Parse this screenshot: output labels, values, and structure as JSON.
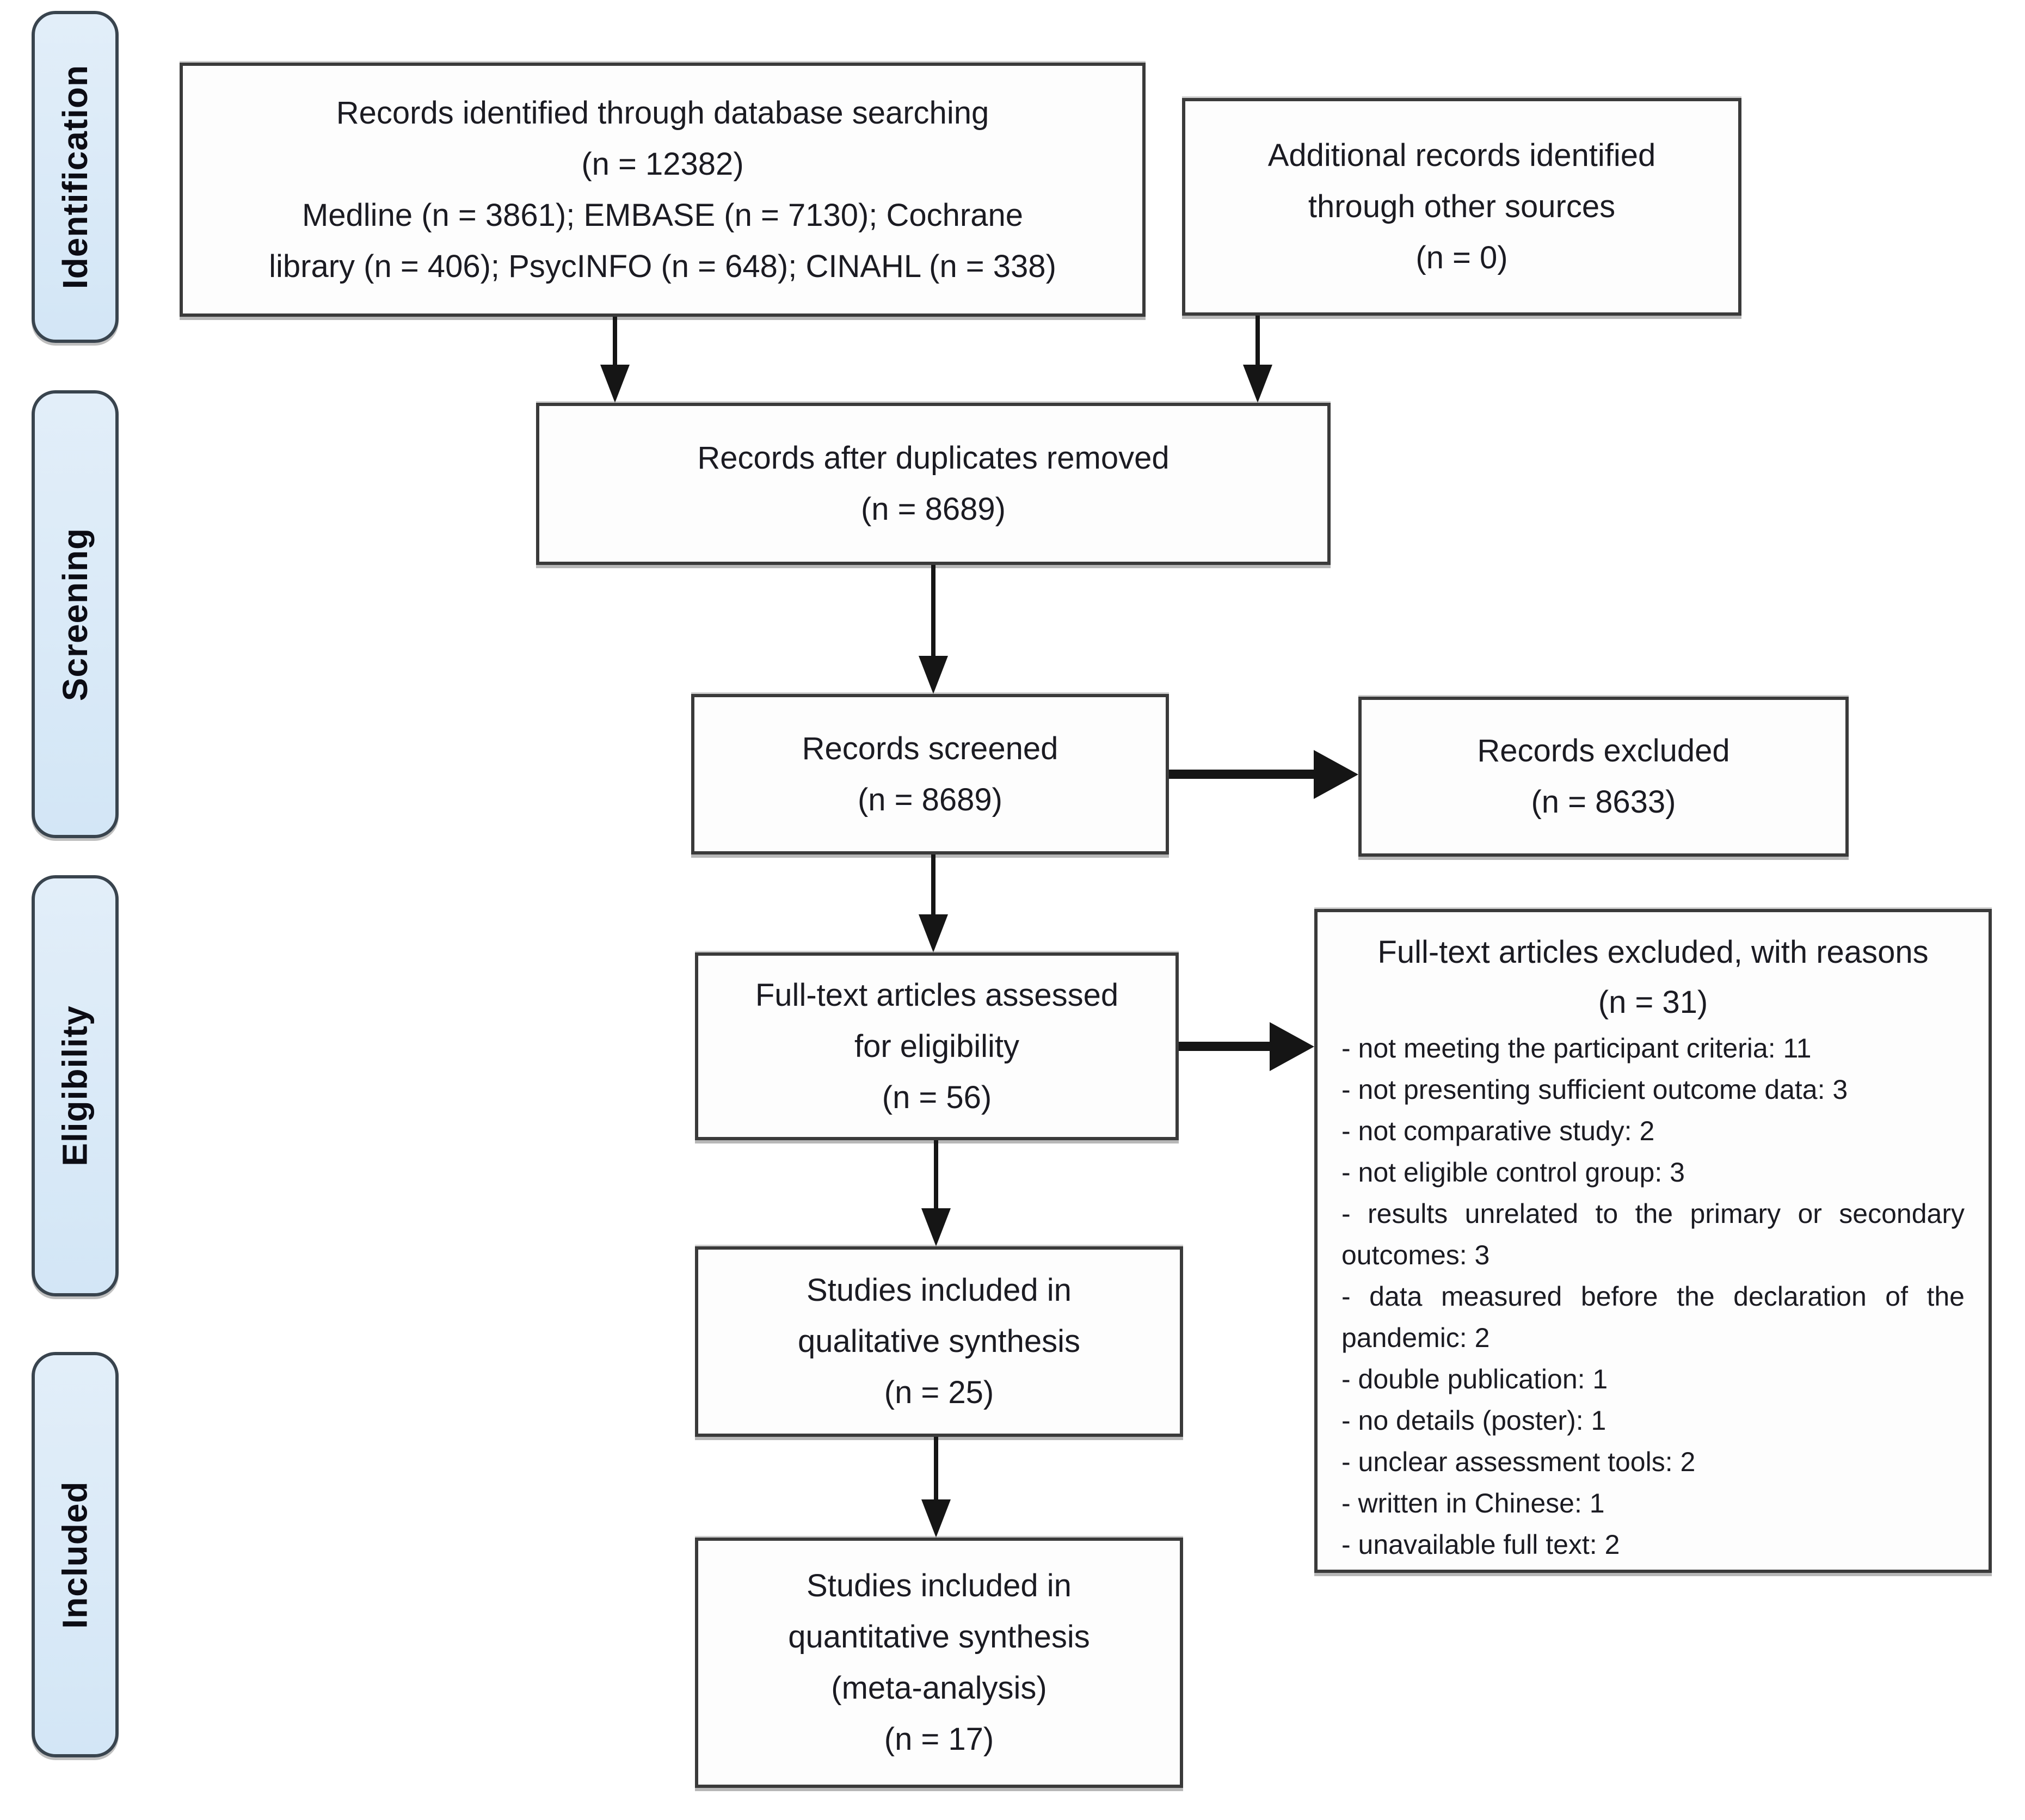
{
  "stage_labels": {
    "identification": "Identification",
    "screening": "Screening",
    "eligibility": "Eligibility",
    "included": "Included"
  },
  "boxes": {
    "identified": {
      "lines": [
        "Records identified through database searching",
        "(n = 12382)",
        "Medline (n = 3861); EMBASE (n = 7130); Cochrane",
        "library (n = 406); PsycINFO (n = 648); CINAHL (n = 338)"
      ]
    },
    "additional": {
      "lines": [
        "Additional records identified",
        "through other sources",
        "(n = 0)"
      ]
    },
    "after_duplicates": {
      "lines": [
        "Records after duplicates removed",
        "(n = 8689)"
      ]
    },
    "screened": {
      "lines": [
        "Records screened",
        "(n = 8689)"
      ]
    },
    "records_excluded": {
      "lines": [
        "Records excluded",
        "(n = 8633)"
      ]
    },
    "fulltext_assessed": {
      "lines": [
        "Full-text articles assessed",
        "for eligibility",
        "(n = 56)"
      ]
    },
    "fulltext_excluded": {
      "title": "Full-text articles excluded, with reasons",
      "count": "(n = 31)",
      "reasons": [
        "- not meeting the participant criteria: 11",
        "- not presenting sufficient outcome data: 3",
        "- not comparative study: 2",
        "- not eligible control group: 3",
        "- results unrelated to the primary or secondary outcomes: 3",
        "- data measured before the declaration of the pandemic: 2",
        "- double publication: 1",
        "- no details (poster): 1",
        "- unclear assessment tools: 2",
        "- written in Chinese: 1",
        "- unavailable full text: 2"
      ]
    },
    "qualitative": {
      "lines": [
        "Studies included in",
        "qualitative synthesis",
        "(n = 25)"
      ]
    },
    "quantitative": {
      "lines": [
        "Studies included in",
        "quantitative synthesis",
        "(meta-analysis)",
        "(n = 17)"
      ]
    }
  },
  "colors": {
    "stage_fill": "#d9e8f7",
    "stage_border": "#39444e",
    "box_fill": "#fdfdfd",
    "box_border": "#3a3a3a",
    "arrow": "#151515",
    "text": "#1b1b22"
  }
}
